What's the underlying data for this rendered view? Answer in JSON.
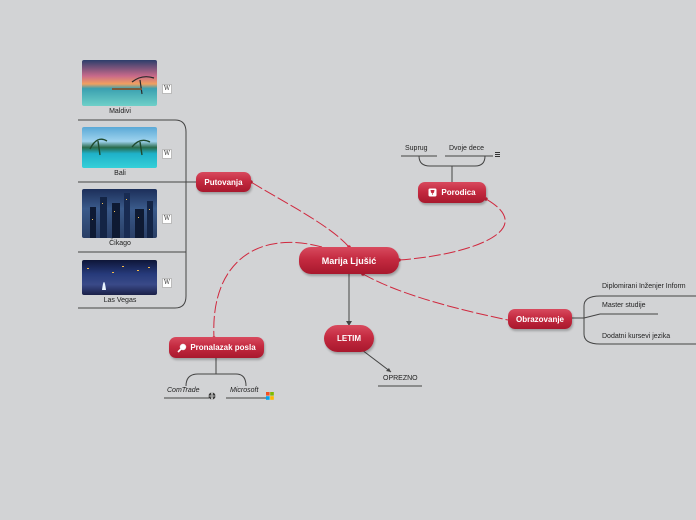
{
  "central": "Marija Ljušić",
  "branches": {
    "putovanja": "Putovanja",
    "porodica": "Porodica",
    "obrazovanje": "Obrazovanje",
    "pronalazak": "Pronalazak posla",
    "letim": "LETIM"
  },
  "destinations": [
    {
      "label": "Maldivi",
      "badge": "W"
    },
    {
      "label": "Bali",
      "badge": "W"
    },
    {
      "label": "Čikago",
      "badge": "W"
    },
    {
      "label": "Las Vegas",
      "badge": "W"
    }
  ],
  "family": [
    "Suprug",
    "Dvoje dece"
  ],
  "education": [
    "Diplomirani Inženjer Inform",
    "Master studije",
    "Dodatni kursevi jezika"
  ],
  "jobs": [
    "ComTrade",
    "Microsoft"
  ],
  "letim_child": "OPREZNO",
  "colors": {
    "node": "#c42a40",
    "connector": "#d0283e",
    "line": "#444444",
    "background": "#d2d3d5"
  },
  "icons": {
    "porodica": "wine-glass-icon",
    "pronalazak": "magnifier-icon",
    "family_note": "note-list-icon",
    "comtrade": "globe-icon",
    "microsoft": "windows-logo-icon"
  }
}
